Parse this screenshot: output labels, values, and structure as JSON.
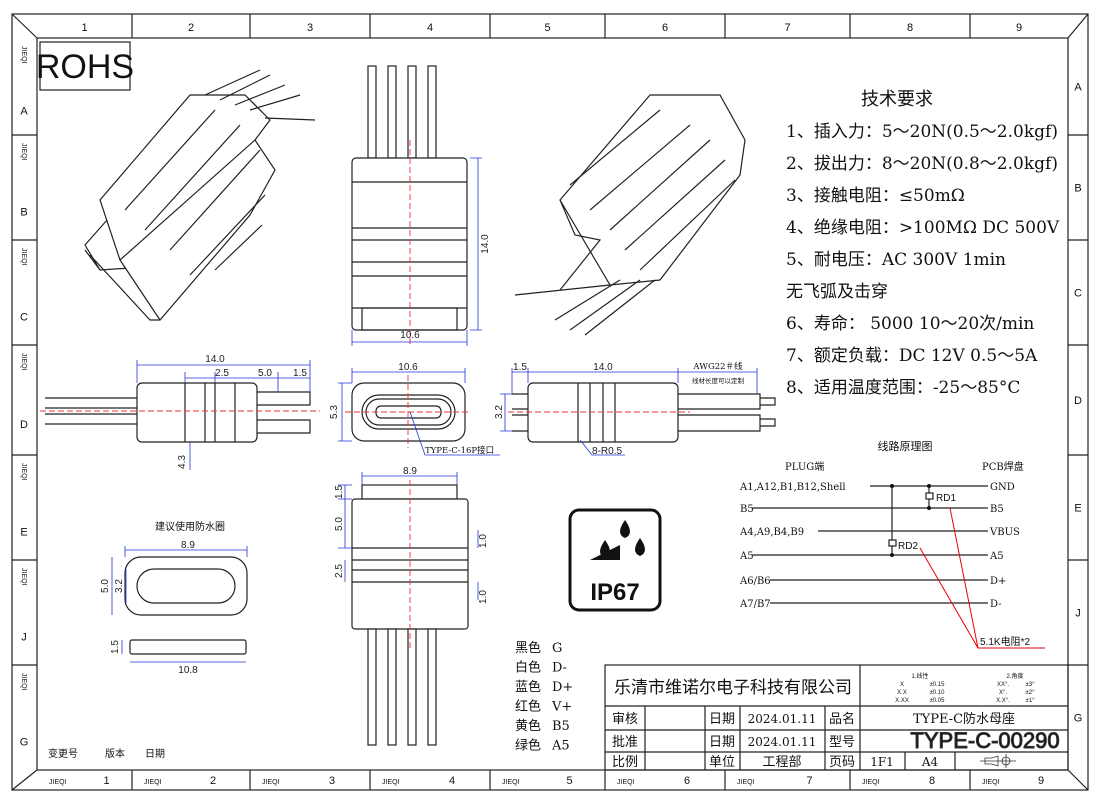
{
  "border": {
    "columns": [
      "1",
      "2",
      "3",
      "4",
      "5",
      "6",
      "7",
      "8",
      "9"
    ],
    "rows": [
      "A",
      "B",
      "C",
      "D",
      "E",
      "J",
      "G"
    ],
    "label": "JIEQI"
  },
  "logo": {
    "text": "ROHS"
  },
  "requirements": {
    "title": "技术要求",
    "items": [
      "1、插入力：5～20N(0.5～2.0kgf)",
      "2、拔出力：8～20N(0.8～2.0kgf)",
      "3、接触电阻：≤50mΩ",
      "4、绝缘电阻：>100MΩ  DC  500V",
      "5、耐电压：AC  300V  1min",
      "无飞弧及击穿",
      "6、寿命： 5000 10～20次/min",
      "7、额定负载：DC  12V  0.5～5A",
      "8、适用温度范围：-25～85°C"
    ]
  },
  "dimensions": {
    "top_height": "14.0",
    "top_width": "10.6",
    "side_length": "14.0",
    "side_groove": "2.5",
    "side_gap": "5.0",
    "side_end": "1.5",
    "side_drop": "4.3",
    "front_width": "10.6",
    "front_height": "5.3",
    "front_callout": "TYPE-C-16P接口",
    "right_end": "1.5",
    "right_length": "14.0",
    "right_pitch": "3.2",
    "wire_spec": "AWG22＃线",
    "wire_note": "线材长度可以定制",
    "groove_radius": "8-R0.5",
    "bottom_width": "8.9",
    "bottom_a": "1.5",
    "bottom_b": "5.0",
    "bottom_c": "2.5",
    "bottom_d": "1.0",
    "bottom_e": "1.0",
    "seal_title": "建议使用防水圈",
    "seal_width": "8.9",
    "seal_height": "5.0",
    "seal_inner": "3.2",
    "seal_thick": "1.5",
    "seal_length": "10.8"
  },
  "ip_badge": {
    "text": "IP67"
  },
  "circuit": {
    "title": "线路原理图",
    "left_header": "PLUG端",
    "right_header": "PCB焊盘",
    "left": [
      "A1,A12,B1,B12,Shell",
      "B5",
      "A4,A9,B4,B9",
      "A5",
      "A6/B6",
      "A7/B7"
    ],
    "right": [
      "GND",
      "B5",
      "VBUS",
      "A5",
      "D+",
      "D-"
    ],
    "rd1": "RD1",
    "rd2": "RD2",
    "note": "5.1K电阻*2"
  },
  "wire_colors": [
    {
      "color": "黑色",
      "signal": "G"
    },
    {
      "color": "白色",
      "signal": "D-"
    },
    {
      "color": "蓝色",
      "signal": "D+"
    },
    {
      "color": "红色",
      "signal": "V+"
    },
    {
      "color": "黄色",
      "signal": "B5"
    },
    {
      "color": "绿色",
      "signal": "A5"
    }
  ],
  "revision": {
    "change_no": "变更号",
    "version": "版本",
    "date": "日期"
  },
  "title_block": {
    "company": "乐清市维诺尔电子科技有限公司",
    "tolerance": {
      "linear_title": "1.线性",
      "angle_title": "2.角度",
      "linear": [
        [
          "X",
          "±0.15"
        ],
        [
          "X.X",
          "±0.10"
        ],
        [
          "X.XX",
          "±0.05"
        ]
      ],
      "angle": [
        [
          "XX°.",
          "±3°"
        ],
        [
          "X°.",
          "±2°"
        ],
        [
          "X.X°.",
          "±1°"
        ]
      ]
    },
    "review_label": "审核",
    "approve_label": "批准",
    "scale_label": "比例",
    "date_label": "日期",
    "date1": "2024.01.11",
    "date2": "2024.01.11",
    "unit_label": "单位",
    "unit": "工程部",
    "name_label": "品名",
    "name": "TYPE-C防水母座",
    "model_label": "型号",
    "model": "TYPE-C-00290",
    "page_label": "页码",
    "page": "1F1",
    "size": "A4"
  },
  "colors": {
    "dimension": "#2233dd",
    "centerline": "#e33333",
    "annotation": "#e00000"
  }
}
